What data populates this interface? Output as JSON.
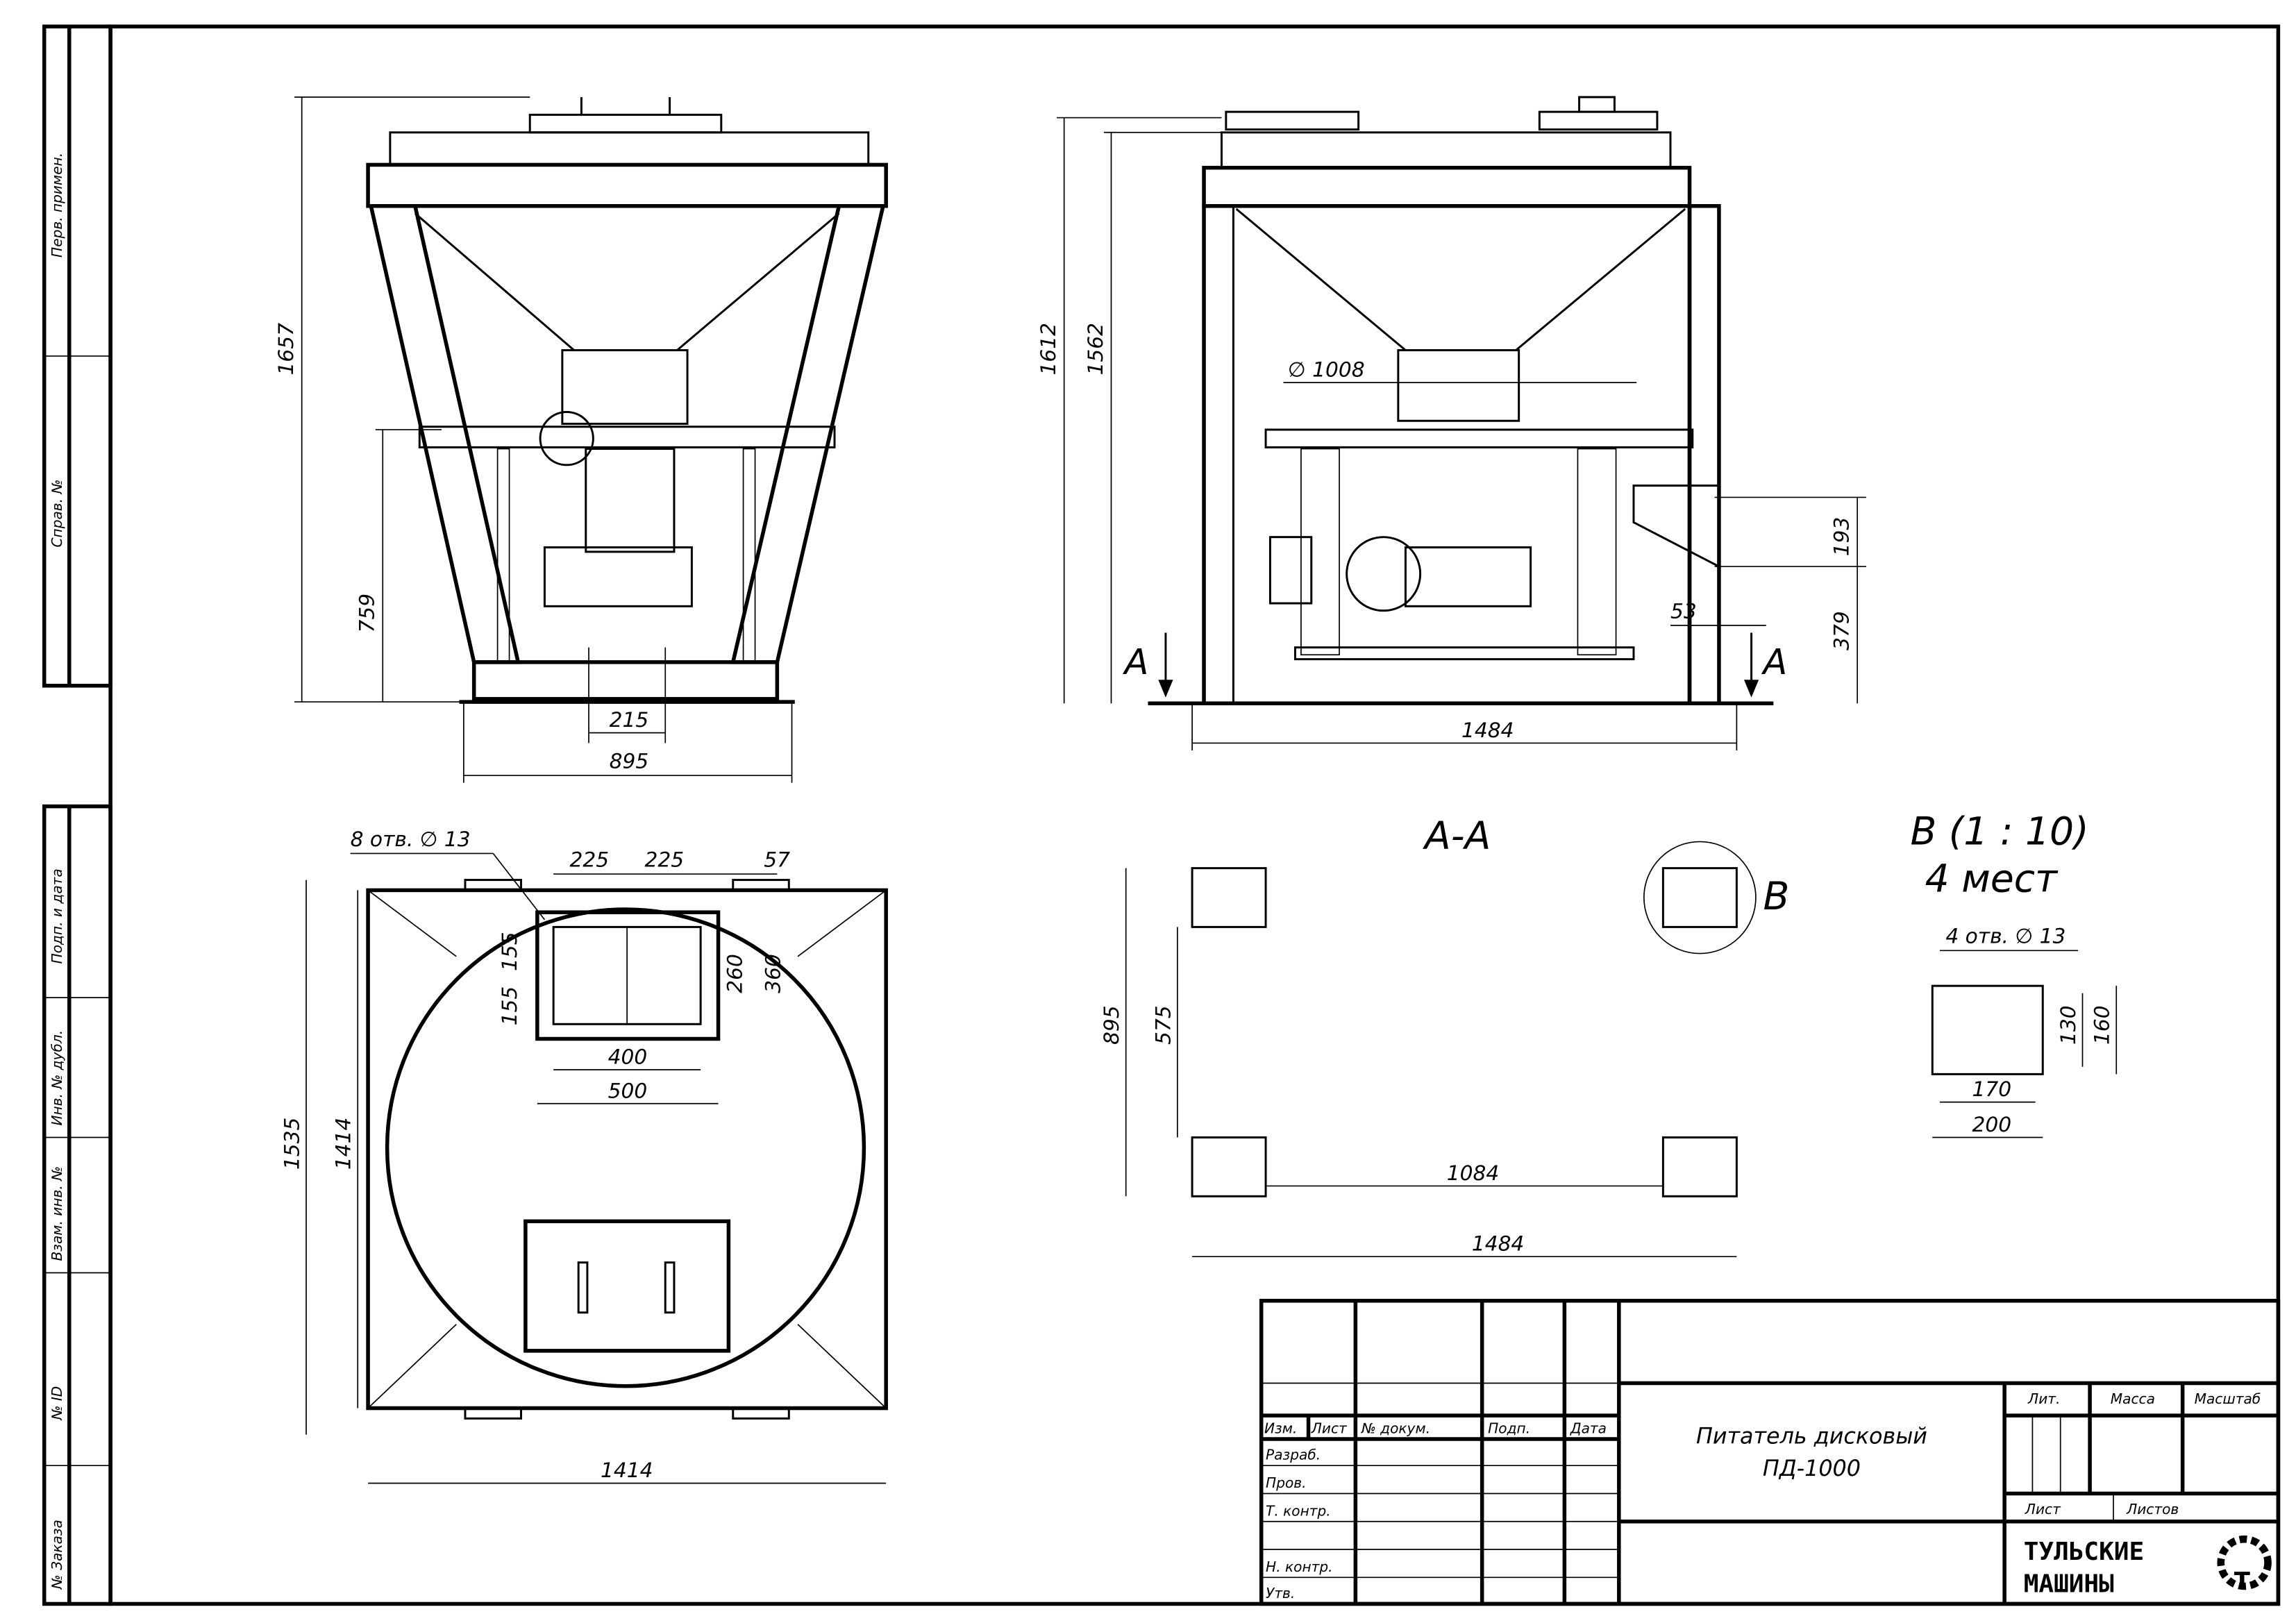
{
  "side_stamps": [
    "Перв. примен.",
    "Справ. №",
    "Подп. и дата",
    "Инв. № дубл.",
    "Взам. инв. №",
    "№ ID",
    "№ Заказа"
  ],
  "front_view": {
    "height_total": "1657",
    "height_table": "759",
    "outlet_width": "215",
    "base_width": "895"
  },
  "side_view": {
    "height_total": "1612",
    "height_hopper": "1562",
    "disk_dia": "∅ 1008",
    "chute_height": "193",
    "chute_offset": "53",
    "chute_elev": "379",
    "base_length": "1484",
    "section_mark": "A"
  },
  "top_view": {
    "holes_note": "8 отв. ∅ 13",
    "dim_225_a": "225",
    "dim_225_b": "225",
    "dim_57": "57",
    "dim_155_a": "155",
    "dim_155_b": "155",
    "dim_260": "260",
    "dim_360": "360",
    "dim_400": "400",
    "dim_500": "500",
    "dim_1535": "1535",
    "dim_1414_v": "1414",
    "dim_1414_h": "1414"
  },
  "section_aa": {
    "title": "A-A",
    "dim_895": "895",
    "dim_575": "575",
    "dim_1084": "1084",
    "dim_1484": "1484",
    "callout": "B"
  },
  "detail_b": {
    "title": "B (1 : 10)",
    "subtitle": "4 мест",
    "holes_note": "4 отв. ∅ 13",
    "dim_130": "130",
    "dim_160": "160",
    "dim_170": "170",
    "dim_200": "200"
  },
  "title_block": {
    "headers": {
      "izm": "Изм.",
      "list": "Лист",
      "doc": "№ докум.",
      "sign": "Подп.",
      "date": "Дата"
    },
    "roles": {
      "razrab": "Разраб.",
      "prov": "Пров.",
      "tkontr": "Т. контр.",
      "nkontr": "Н. контр.",
      "utv": "Утв."
    },
    "name_line1": "Питатель дисковый",
    "name_line2": "ПД-1000",
    "lit": "Лит.",
    "mass": "Масса",
    "scale": "Масштаб",
    "sheet": "Лист",
    "sheets": "Листов",
    "company_line1": "ТУЛЬСКИЕ",
    "company_line2": "МАШИНЫ"
  }
}
